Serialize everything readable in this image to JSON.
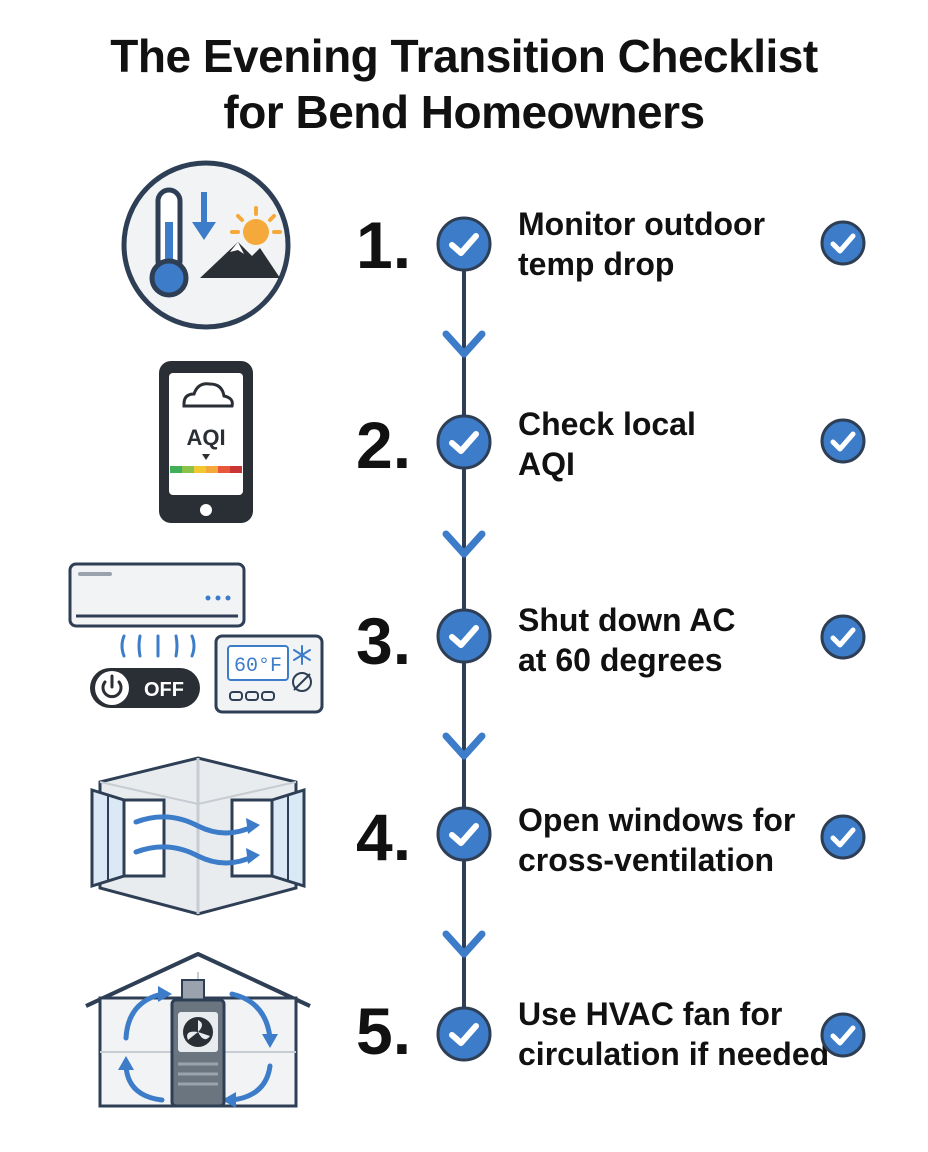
{
  "title": {
    "line1": "The Evening Transition Checklist",
    "line2": "for Bend Homeowners"
  },
  "colors": {
    "accent": "#3d7cc9",
    "line": "#2e3f55",
    "dark": "#2a2f36",
    "light_gray": "#e9ecef",
    "sun": "#f4a93a"
  },
  "steps": [
    {
      "number": "1.",
      "line1": "Monitor outdoor",
      "line2": "temp drop",
      "icon": "thermometer-sun-mountain-icon"
    },
    {
      "number": "2.",
      "line1": "Check local",
      "line2": "AQI",
      "icon": "phone-aqi-icon"
    },
    {
      "number": "3.",
      "line1": "Shut down AC",
      "line2": "at 60 degrees",
      "icon": "ac-thermostat-icon"
    },
    {
      "number": "4.",
      "line1": "Open windows for",
      "line2": "cross-ventilation",
      "icon": "open-windows-icon"
    },
    {
      "number": "5.",
      "line1": "Use HVAC fan for",
      "line2": "circulation if needed",
      "icon": "hvac-fan-house-icon"
    }
  ],
  "illustrations": {
    "aqi_label": "AQI",
    "off_label": "OFF",
    "thermostat_display": "60°F"
  }
}
